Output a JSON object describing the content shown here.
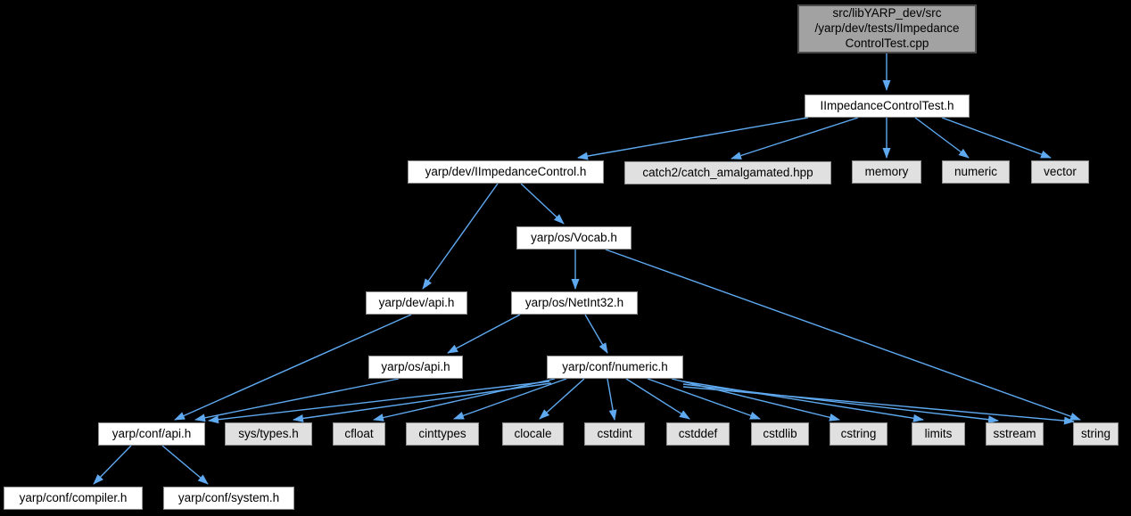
{
  "page": {
    "background": "#000000",
    "description": "include-dependency-graph"
  },
  "colors": {
    "edge": "#5ea9f0",
    "header_node_fill": "#ffffff",
    "header_node_border": "#8f8f8f",
    "system_node_fill": "#e0e0e0",
    "system_node_border": "#8f8f8f",
    "current_node_fill": "#a2a2a2",
    "current_node_border": "#4b4b4b",
    "text": "#000000"
  },
  "graph": {
    "type": "include-dependency-graph",
    "nodes": [
      {
        "id": "cpp",
        "label": "src/libYARP_dev/src\n/yarp/dev/tests/IImpedance\nControlTest.cpp",
        "kind": "current"
      },
      {
        "id": "testh",
        "label": "IImpedanceControlTest.h",
        "kind": "header"
      },
      {
        "id": "impctl",
        "label": "yarp/dev/IImpedanceControl.h",
        "kind": "header"
      },
      {
        "id": "catch2",
        "label": "catch2/catch_amalgamated.hpp",
        "kind": "system"
      },
      {
        "id": "memory",
        "label": "memory",
        "kind": "system"
      },
      {
        "id": "numeric_std",
        "label": "numeric",
        "kind": "system"
      },
      {
        "id": "vector",
        "label": "vector",
        "kind": "system"
      },
      {
        "id": "vocab",
        "label": "yarp/os/Vocab.h",
        "kind": "header"
      },
      {
        "id": "devapi",
        "label": "yarp/dev/api.h",
        "kind": "header"
      },
      {
        "id": "netint",
        "label": "yarp/os/NetInt32.h",
        "kind": "header"
      },
      {
        "id": "osapi",
        "label": "yarp/os/api.h",
        "kind": "header"
      },
      {
        "id": "confnumeric",
        "label": "yarp/conf/numeric.h",
        "kind": "header"
      },
      {
        "id": "confapi",
        "label": "yarp/conf/api.h",
        "kind": "header"
      },
      {
        "id": "systypes",
        "label": "sys/types.h",
        "kind": "system"
      },
      {
        "id": "cfloat",
        "label": "cfloat",
        "kind": "system"
      },
      {
        "id": "cinttypes",
        "label": "cinttypes",
        "kind": "system"
      },
      {
        "id": "clocale",
        "label": "clocale",
        "kind": "system"
      },
      {
        "id": "cstdint",
        "label": "cstdint",
        "kind": "system"
      },
      {
        "id": "cstddef",
        "label": "cstddef",
        "kind": "system"
      },
      {
        "id": "cstdlib",
        "label": "cstdlib",
        "kind": "system"
      },
      {
        "id": "cstring",
        "label": "cstring",
        "kind": "system"
      },
      {
        "id": "limits",
        "label": "limits",
        "kind": "system"
      },
      {
        "id": "sstream",
        "label": "sstream",
        "kind": "system"
      },
      {
        "id": "string",
        "label": "string",
        "kind": "system"
      },
      {
        "id": "compiler",
        "label": "yarp/conf/compiler.h",
        "kind": "header"
      },
      {
        "id": "system_h",
        "label": "yarp/conf/system.h",
        "kind": "header"
      }
    ],
    "edges": [
      {
        "from": "cpp",
        "to": "testh"
      },
      {
        "from": "testh",
        "to": "impctl"
      },
      {
        "from": "testh",
        "to": "catch2"
      },
      {
        "from": "testh",
        "to": "memory"
      },
      {
        "from": "testh",
        "to": "numeric_std"
      },
      {
        "from": "testh",
        "to": "vector"
      },
      {
        "from": "impctl",
        "to": "devapi"
      },
      {
        "from": "impctl",
        "to": "vocab"
      },
      {
        "from": "vocab",
        "to": "netint"
      },
      {
        "from": "vocab",
        "to": "string"
      },
      {
        "from": "devapi",
        "to": "confapi"
      },
      {
        "from": "netint",
        "to": "osapi"
      },
      {
        "from": "netint",
        "to": "confnumeric"
      },
      {
        "from": "osapi",
        "to": "confapi"
      },
      {
        "from": "confnumeric",
        "to": "confapi"
      },
      {
        "from": "confnumeric",
        "to": "systypes"
      },
      {
        "from": "confnumeric",
        "to": "cfloat"
      },
      {
        "from": "confnumeric",
        "to": "cinttypes"
      },
      {
        "from": "confnumeric",
        "to": "clocale"
      },
      {
        "from": "confnumeric",
        "to": "cstdint"
      },
      {
        "from": "confnumeric",
        "to": "cstddef"
      },
      {
        "from": "confnumeric",
        "to": "cstdlib"
      },
      {
        "from": "confnumeric",
        "to": "cstring"
      },
      {
        "from": "confnumeric",
        "to": "limits"
      },
      {
        "from": "confnumeric",
        "to": "sstream"
      },
      {
        "from": "confnumeric",
        "to": "string"
      },
      {
        "from": "confapi",
        "to": "compiler"
      },
      {
        "from": "confapi",
        "to": "system_h"
      }
    ]
  }
}
